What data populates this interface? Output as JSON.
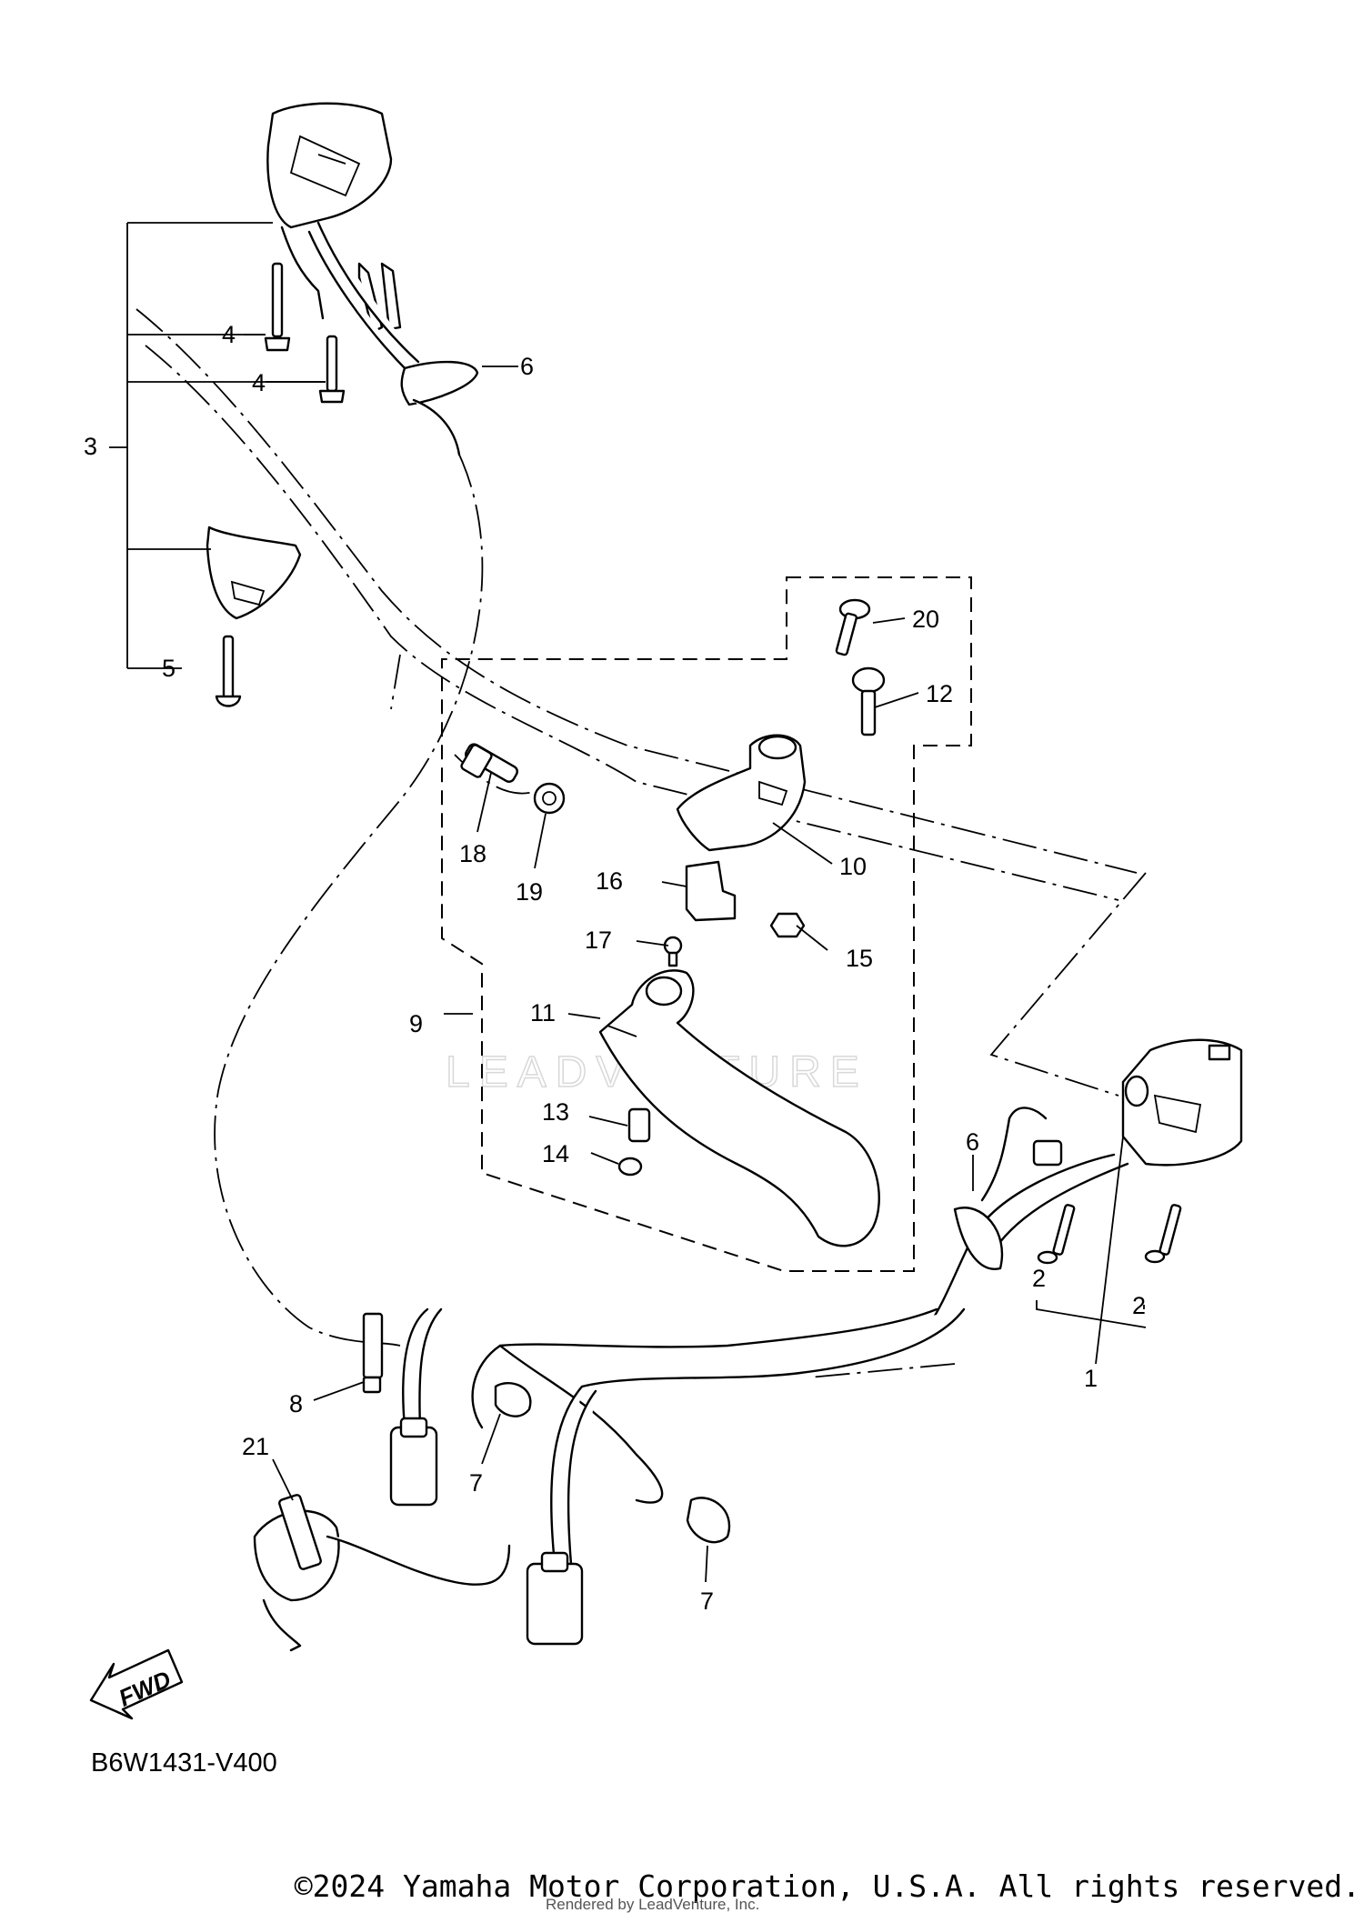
{
  "diagram": {
    "code": "B6W1431-V400",
    "direction_badge": "FWD",
    "watermark": "LEADVENTURE",
    "callouts": [
      "1",
      "2",
      "2",
      "3",
      "4",
      "4",
      "5",
      "6",
      "6",
      "7",
      "7",
      "8",
      "9",
      "10",
      "11",
      "12",
      "13",
      "14",
      "15",
      "16",
      "17",
      "18",
      "19",
      "20",
      "21"
    ]
  },
  "footer": {
    "copyright": "©2024 Yamaha Motor Corporation, U.S.A. All rights reserved.",
    "rendered_by": "Rendered by LeadVenture, Inc."
  }
}
